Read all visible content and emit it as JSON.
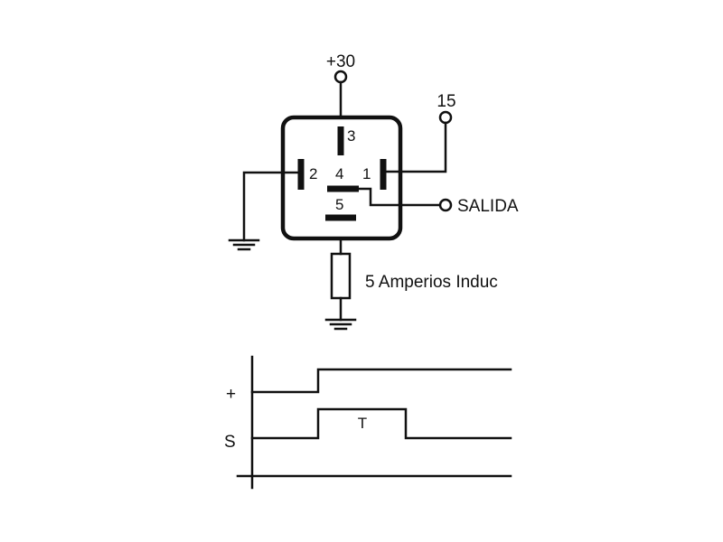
{
  "circuit": {
    "terminals": {
      "plus30": "+30",
      "t15": "15",
      "salida": "SALIDA"
    },
    "pins": {
      "p1": "1",
      "p2": "2",
      "p3": "3",
      "p4": "4",
      "p5": "5"
    },
    "load_label": "5 Amperios Induc"
  },
  "timing": {
    "plus_label": "+",
    "s_label": "S",
    "pulse_label": "T"
  },
  "colors": {
    "stroke": "#111111",
    "background": "#ffffff"
  }
}
